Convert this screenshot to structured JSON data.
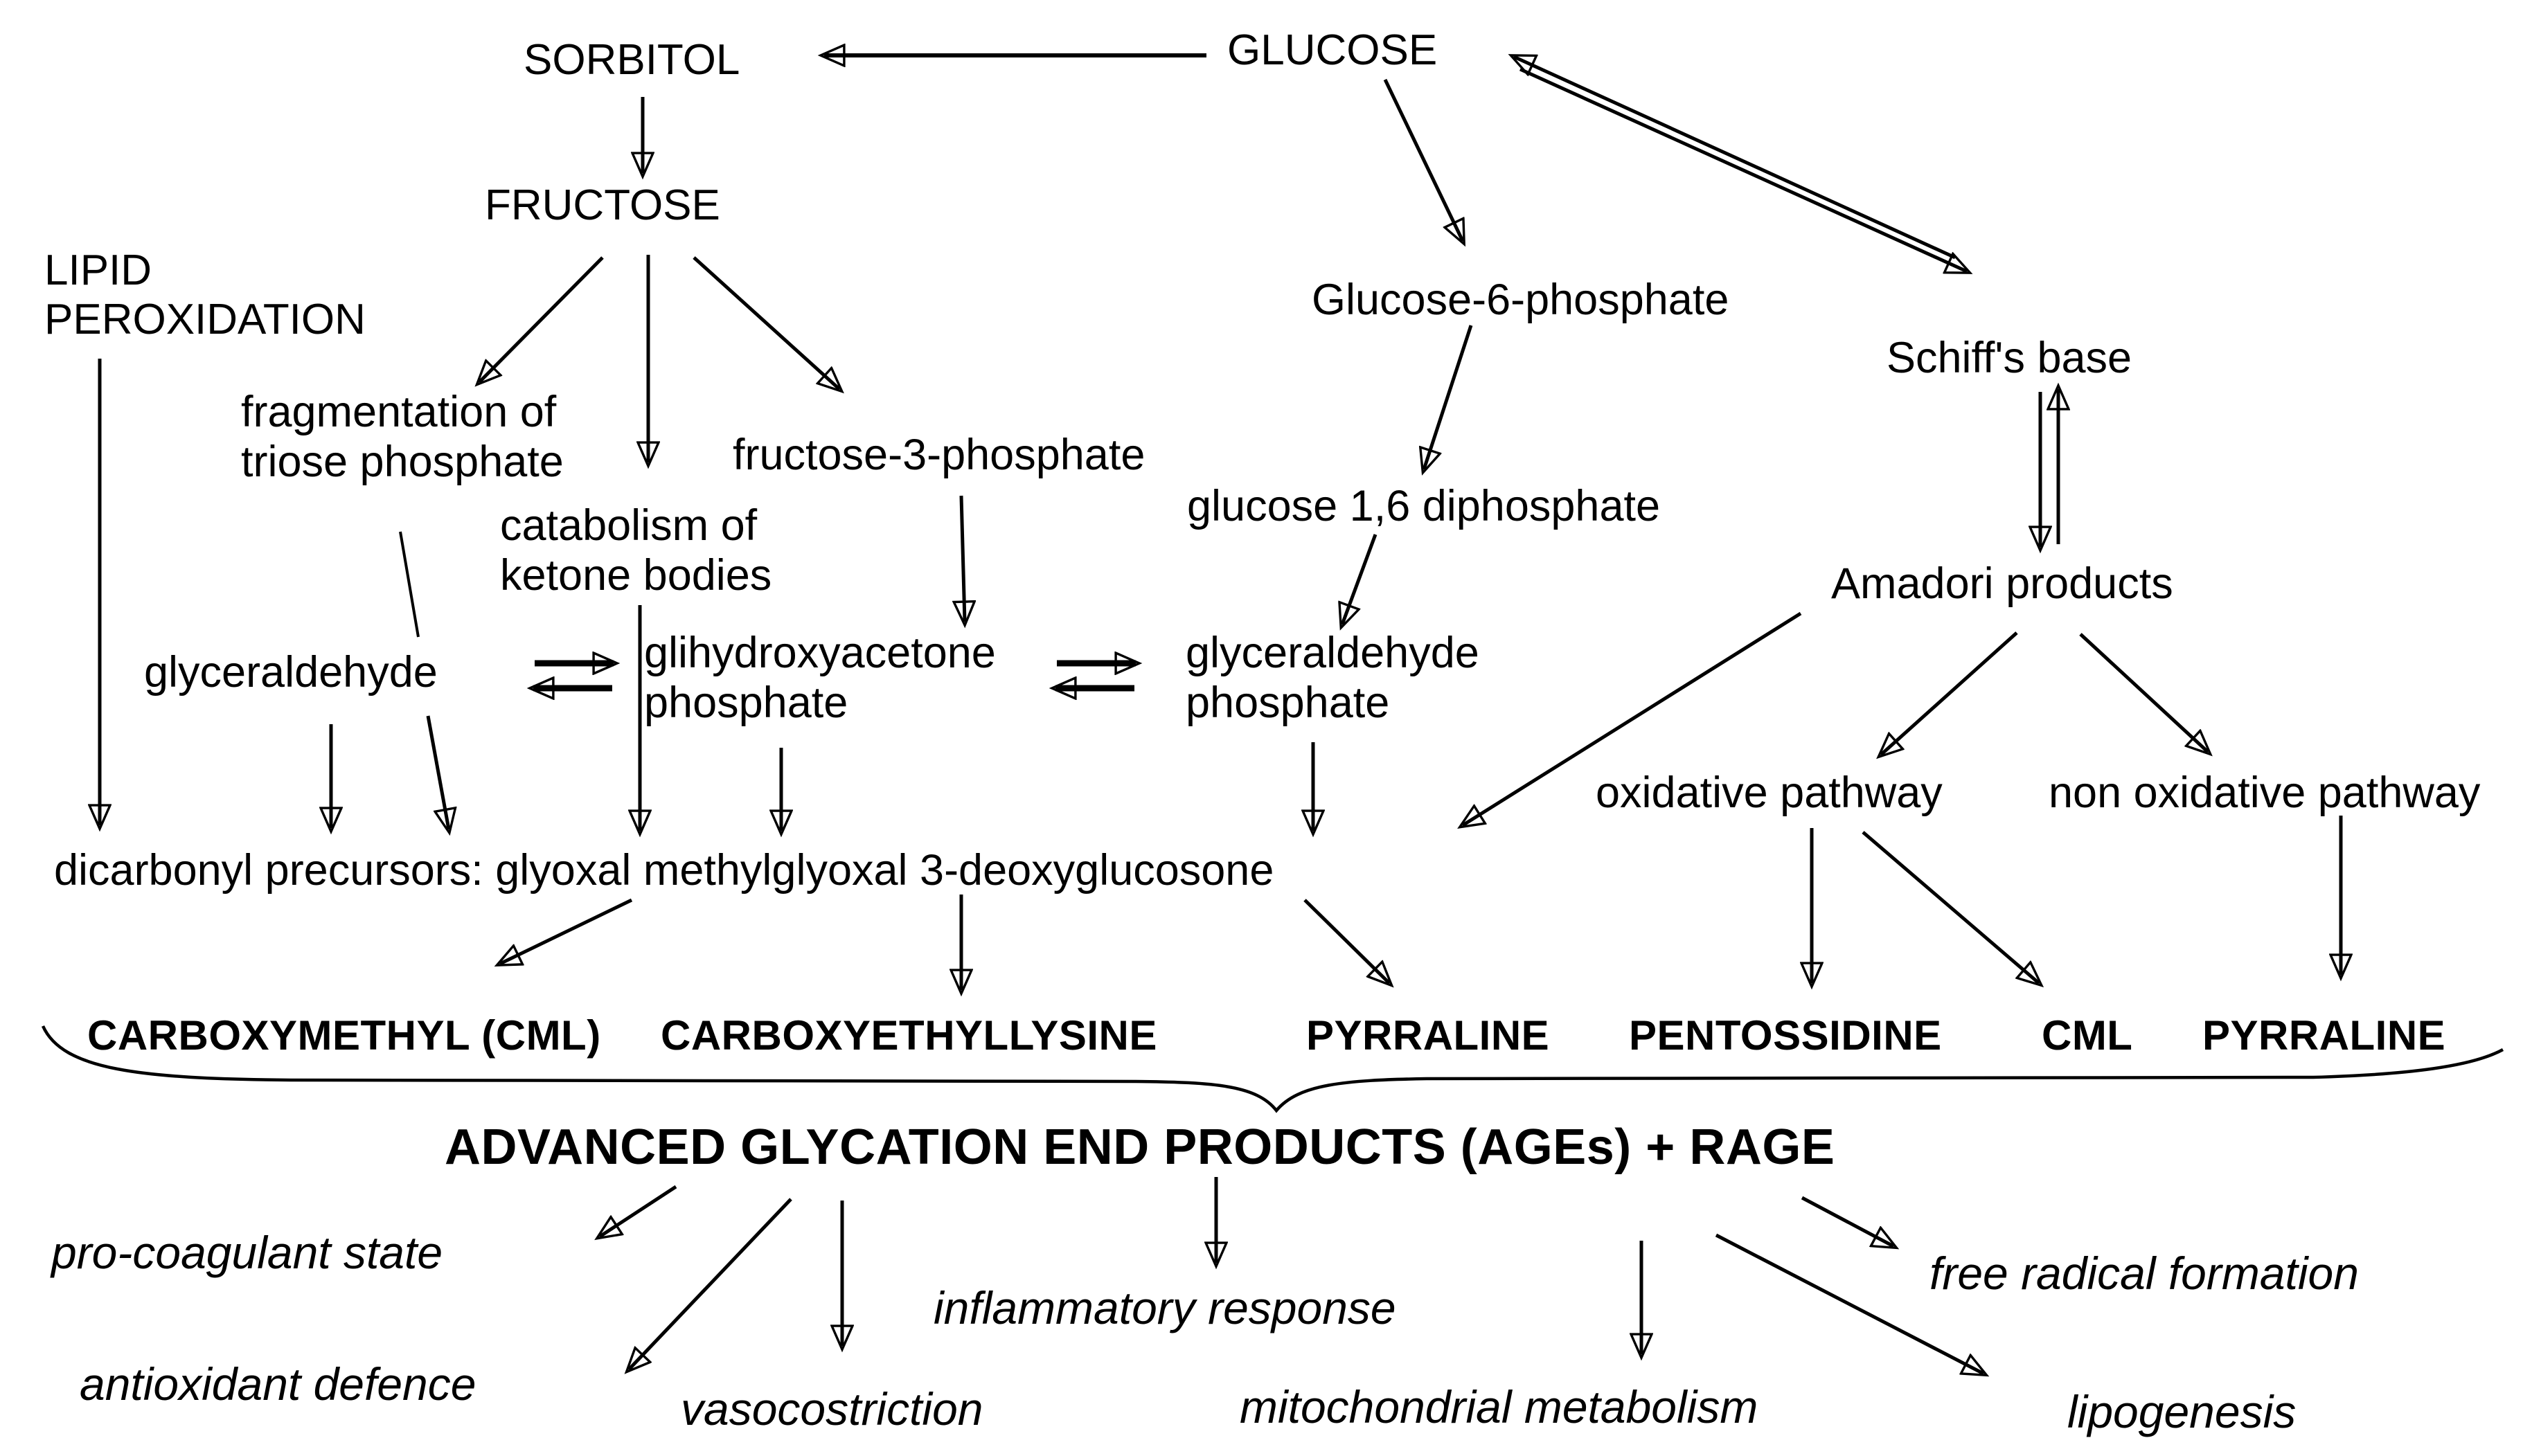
{
  "nodes": {
    "sorbitol": "SORBITOL",
    "glucose": "GLUCOSE",
    "fructose": "FRUCTOSE",
    "lipid_peroxidation": "LIPID PEROXIDATION",
    "glucose_6_phosphate": "Glucose-6-phosphate",
    "schiffs_base": "Schiff's base",
    "fragmentation_triose": "fragmentation of triose phosphate",
    "fructose_3_phosphate": "fructose-3-phosphate",
    "catabolism_ketone": "catabolism of ketone bodies",
    "glucose_16_diphosphate": "glucose 1,6 diphosphate",
    "amadori_products": "Amadori products",
    "glyceraldehyde": "glyceraldehyde",
    "glihydroxyacetone_phosphate": "glihydroxyacetone phosphate",
    "glyceraldehyde_phosphate": "glyceraldehyde phosphate",
    "oxidative_pathway": "oxidative pathway",
    "non_oxidative_pathway": "non oxidative pathway",
    "dicarbonyl_precursors": "dicarbonyl precursors: glyoxal methylglyoxal 3-deoxyglucosone",
    "products": [
      "CARBOXYMETHYL (CML)",
      "CARBOXYETHYLLYSINE",
      "PYRRALINE",
      "PENTOSSIDINE",
      "CML",
      "PYRRALINE"
    ],
    "ages_rage": "ADVANCED GLYCATION END PRODUCTS (AGEs) + RAGE",
    "outcomes": [
      "pro-coagulant state",
      "antioxidant defence",
      "vasocostriction",
      "inflammatory response",
      "free radical formation",
      "mitochondrial metabolism",
      "lipogenesis"
    ]
  },
  "edges": [
    {
      "from": "GLUCOSE",
      "to": "SORBITOL",
      "type": "arrow"
    },
    {
      "from": "SORBITOL",
      "to": "FRUCTOSE",
      "type": "arrow"
    },
    {
      "from": "GLUCOSE",
      "to": "Glucose-6-phosphate",
      "type": "arrow"
    },
    {
      "from": "GLUCOSE",
      "to": "Schiff's base",
      "type": "double-arrow"
    },
    {
      "from": "FRUCTOSE",
      "to": "fragmentation of triose phosphate",
      "type": "arrow"
    },
    {
      "from": "FRUCTOSE",
      "to": "catabolism of ketone bodies",
      "type": "arrow"
    },
    {
      "from": "FRUCTOSE",
      "to": "fructose-3-phosphate",
      "type": "arrow"
    },
    {
      "from": "Glucose-6-phosphate",
      "to": "glucose 1,6 diphosphate",
      "type": "arrow"
    },
    {
      "from": "Schiff's base",
      "to": "Amadori products",
      "type": "double-arrow"
    },
    {
      "from": "fructose-3-phosphate",
      "to": "glihydroxyacetone phosphate",
      "type": "arrow"
    },
    {
      "from": "glucose 1,6 diphosphate",
      "to": "glyceraldehyde phosphate",
      "type": "arrow"
    },
    {
      "from": "fragmentation of triose phosphate",
      "to": "glyceraldehyde",
      "type": "line"
    },
    {
      "from": "glyceraldehyde",
      "to": "glihydroxyacetone phosphate",
      "type": "reversible"
    },
    {
      "from": "glihydroxyacetone phosphate",
      "to": "glyceraldehyde phosphate",
      "type": "reversible"
    },
    {
      "from": "LIPID PEROXIDATION",
      "to": "dicarbonyl precursors",
      "type": "arrow"
    },
    {
      "from": "glyceraldehyde",
      "to": "dicarbonyl precursors",
      "type": "arrow"
    },
    {
      "from": "glyceraldehyde",
      "to": "dicarbonyl precursors",
      "type": "arrow"
    },
    {
      "from": "catabolism of ketone bodies",
      "to": "dicarbonyl precursors",
      "type": "arrow"
    },
    {
      "from": "glihydroxyacetone phosphate",
      "to": "dicarbonyl precursors",
      "type": "arrow"
    },
    {
      "from": "glyceraldehyde phosphate",
      "to": "dicarbonyl precursors",
      "type": "arrow"
    },
    {
      "from": "Amadori products",
      "to": "dicarbonyl precursors",
      "type": "arrow"
    },
    {
      "from": "Amadori products",
      "to": "oxidative pathway",
      "type": "arrow"
    },
    {
      "from": "Amadori products",
      "to": "non oxidative pathway",
      "type": "arrow"
    },
    {
      "from": "dicarbonyl precursors",
      "to": "CARBOXYMETHYL (CML)",
      "type": "arrow"
    },
    {
      "from": "dicarbonyl precursors",
      "to": "CARBOXYETHYLLYSINE",
      "type": "arrow"
    },
    {
      "from": "dicarbonyl precursors",
      "to": "PYRRALINE",
      "type": "arrow"
    },
    {
      "from": "oxidative pathway",
      "to": "PENTOSSIDINE",
      "type": "arrow"
    },
    {
      "from": "oxidative pathway",
      "to": "CML",
      "type": "arrow"
    },
    {
      "from": "non oxidative pathway",
      "to": "PYRRALINE",
      "type": "arrow"
    },
    {
      "from": "products row",
      "to": "ADVANCED GLYCATION END PRODUCTS (AGEs) + RAGE",
      "type": "brace"
    },
    {
      "from": "AGEs + RAGE",
      "to": "pro-coagulant state",
      "type": "arrow"
    },
    {
      "from": "AGEs + RAGE",
      "to": "antioxidant defence",
      "type": "arrow"
    },
    {
      "from": "AGEs + RAGE",
      "to": "vasocostriction",
      "type": "arrow"
    },
    {
      "from": "AGEs + RAGE",
      "to": "inflammatory response",
      "type": "arrow"
    },
    {
      "from": "AGEs + RAGE",
      "to": "free radical formation",
      "type": "arrow"
    },
    {
      "from": "AGEs + RAGE",
      "to": "mitochondrial metabolism",
      "type": "arrow"
    },
    {
      "from": "AGEs + RAGE",
      "to": "lipogenesis",
      "type": "arrow"
    }
  ],
  "colors": {
    "background": "#ffffff",
    "text": "#000000",
    "line": "#000000",
    "brace": "#444444"
  }
}
